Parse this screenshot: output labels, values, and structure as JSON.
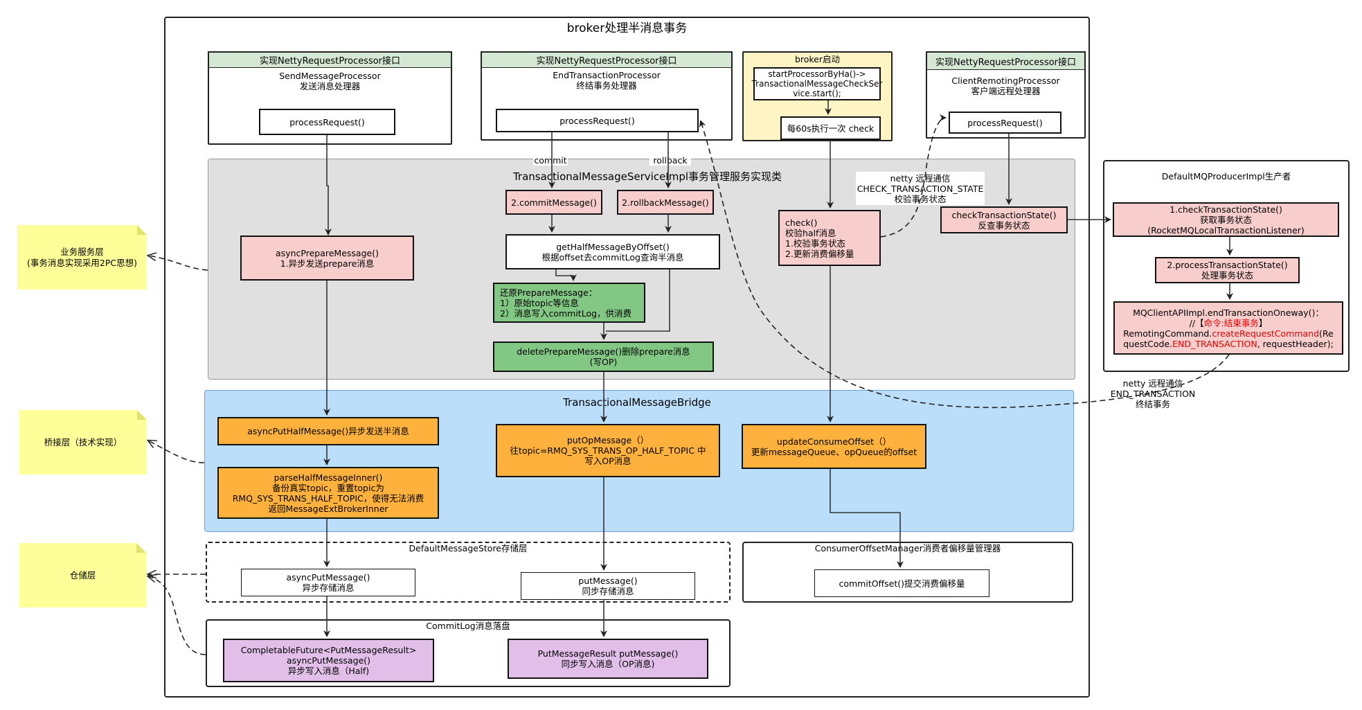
{
  "main_title": "broker处理半消息事务",
  "processors": {
    "send": {
      "header": "实现NettyRequestProcessor接口",
      "name": "SendMessageProcessor",
      "desc": "发送消息处理器",
      "method": "processRequest()"
    },
    "end": {
      "header": "实现NettyRequestProcessor接口",
      "name": "EndTransactionProcessor",
      "desc": "终结事务处理器",
      "method": "processRequest()"
    },
    "startup": {
      "header": "broker启动",
      "start_line1": "startProcessorByHa()->",
      "start_line2": "TransactionalMessageCheckSer",
      "start_line3": "vice.start();",
      "check60": "每60s执行一次 check"
    },
    "client": {
      "header": "实现NettyRequestProcessor接口",
      "name": "ClientRemotingProcessor",
      "desc": "客户端远程处理器",
      "method": "processRequest()"
    }
  },
  "service": {
    "title": "TransactionalMessageServiceImpl事务管理服务实现类",
    "commit_label": "commit",
    "rollback_label": "rollback",
    "commit_message": "2.commitMessage()",
    "rollback_message": "2.rollbackMessage()",
    "get_half_line1": "getHalfMessageByOffset()",
    "get_half_line2": "根据offset去commitLog查询半消息",
    "restore_line1": "还原PrepareMessage：",
    "restore_line2": "1）原始topic等信息",
    "restore_line3": "2）消息写入commitLog，供消费",
    "delete_line1": "deletePrepareMessage()删除prepare消息",
    "delete_line2": "(写OP)",
    "async_prepare_line1": "asyncPrepareMessage()",
    "async_prepare_line2": "1.异步发送prepare消息",
    "check_line1": "check()",
    "check_line2": "校验half消息",
    "check_line3": "1.校验事务状态",
    "check_line4": "2.更新消费偏移量"
  },
  "netty_check": {
    "line1": "netty 远程通信",
    "line2": "CHECK_TRANSACTION_STATE",
    "line3": "校验事务状态"
  },
  "check_tx_state": {
    "line1": "checkTransactionState()",
    "line2": "反查事务状态"
  },
  "producer": {
    "title": "DefaultMQProducerImpl生产者",
    "step1_line1": "1.checkTransactionState()",
    "step1_line2": "获取事务状态",
    "step1_line3": "(RocketMQLocalTransactionListener)",
    "step2_line1": "2.processTransactionState()",
    "step2_line2": "处理事务状态",
    "step3_line1": "MQClientAPIImpl.endTransactionOneway()：",
    "step3_line2a": "//【",
    "step3_line2b": "命令:结束事务",
    "step3_line2c": "】",
    "step3_line3a": "RemotingCommand.",
    "step3_line3b": "createRequestCommand",
    "step3_line3c": "(Re",
    "step3_line4a": "questCode.",
    "step3_line4b": "END_TRANSACTION",
    "step3_line4c": ", requestHeader);"
  },
  "netty_end": {
    "line1": "netty 远程通信",
    "line2": "END_TRANSACTION",
    "line3": "终结事务"
  },
  "bridge": {
    "title": "TransactionalMessageBridge",
    "async_put_half": "asyncPutHalfMessage()异步发送半消息",
    "parse_line1": "parseHalfMessageInner()",
    "parse_line2": "备份真实topic，重置topic为",
    "parse_line3": "RMQ_SYS_TRANS_HALF_TOPIC，使得无法消费",
    "parse_line4": "返回MessageExtBrokerInner",
    "put_op_line1": "putOpMessage（）",
    "put_op_line2": "往topic=RMQ_SYS_TRANS_OP_HALF_TOPIC 中",
    "put_op_line3": "写入OP消息",
    "update_offset_line1": "updateConsumeOffset（）",
    "update_offset_line2": "更新messageQueue、opQueue的offset"
  },
  "store": {
    "title": "DefaultMessageStore存储层",
    "async_put_line1": "asyncPutMessage()",
    "async_put_line2": "异步存储消息",
    "put_line1": "putMessage()",
    "put_line2": "同步存储消息"
  },
  "offset_manager": {
    "title": "ConsumerOffsetManager消费者偏移量管理器",
    "commit_offset": "commitOffset()提交消费偏移量"
  },
  "commitlog": {
    "title": "CommitLog消息落盘",
    "async_line1": "CompletableFuture<PutMessageResult>",
    "async_line2": "asyncPutMessage()",
    "async_line3": "异步写入消息（Half)",
    "sync_line1": "PutMessageResult putMessage()",
    "sync_line2": "同步写入消息（OP消息)"
  },
  "layers": {
    "business_line1": "业务服务层",
    "business_line2": "(事务消息实现采用2PC思想)",
    "bridge": "桥接层（技术实现）",
    "storage": "仓储层"
  },
  "colors": {
    "header_green": "#d5e8d4",
    "pink": "#f8cecc",
    "green": "#82c783",
    "orange": "#ffb13e",
    "purple": "#e1bfe8",
    "gray_panel": "#e0e0e0",
    "blue_panel": "#bbdefa",
    "yellow_panel": "#fff4c3",
    "note_yellow": "#ffff9a"
  }
}
